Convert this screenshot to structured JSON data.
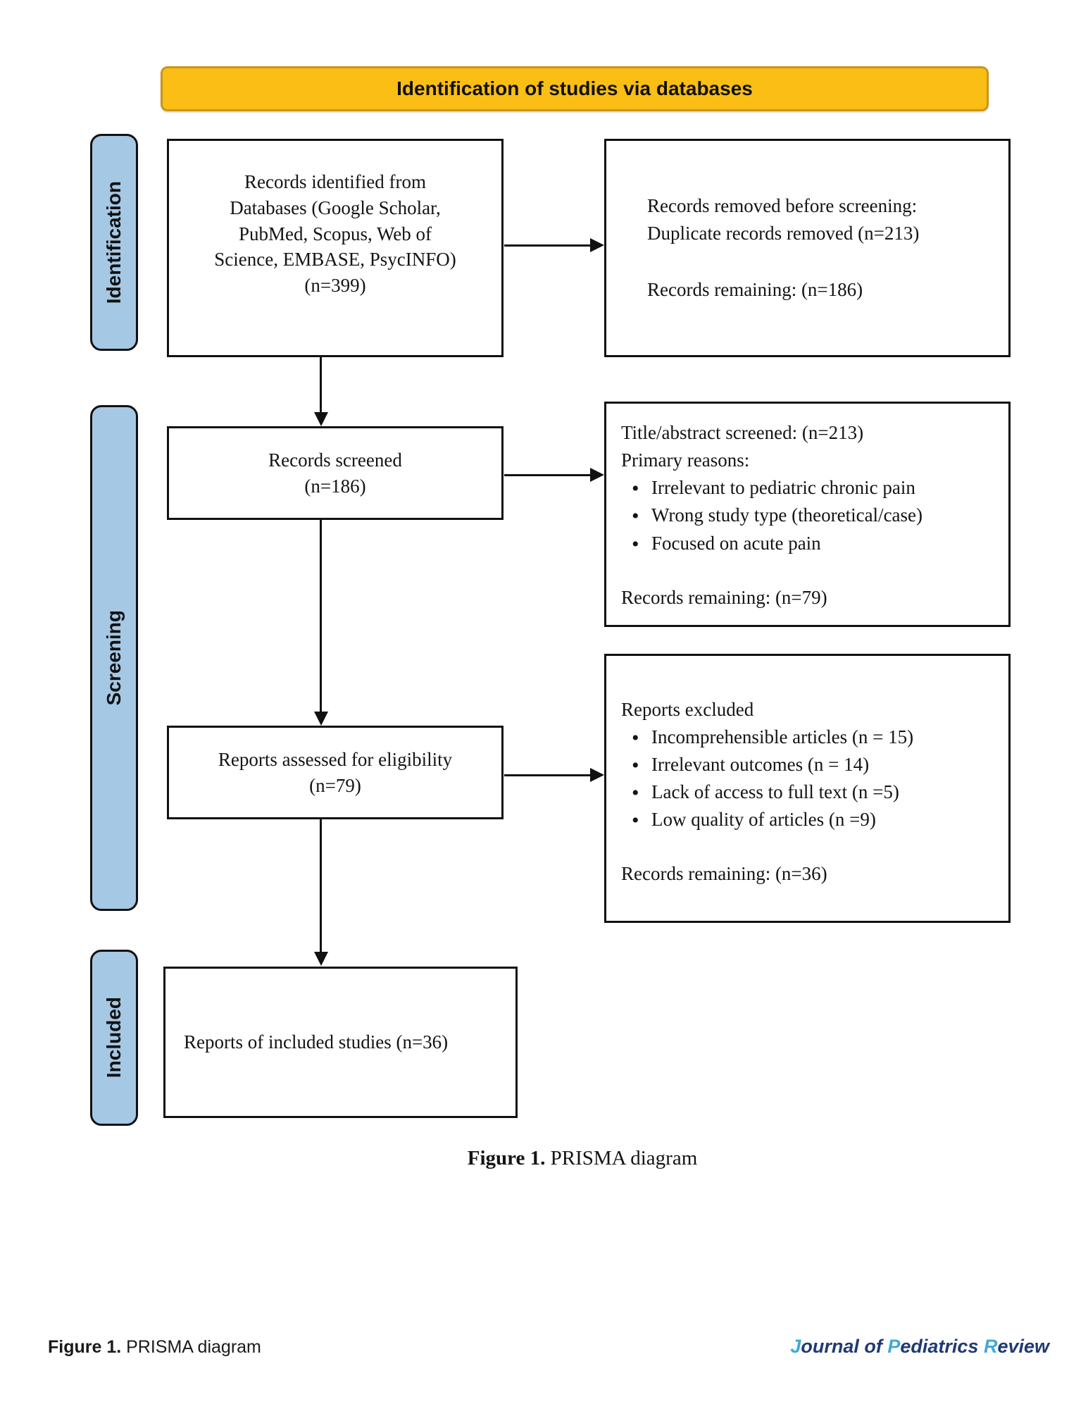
{
  "banner": {
    "title": "Identification of studies via databases"
  },
  "stages": {
    "identification": "Identification",
    "screening": "Screening",
    "included": "Included"
  },
  "flow": {
    "records_identified": {
      "line1": "Records identified from",
      "line2": "Databases (Google Scholar,",
      "line3": "PubMed, Scopus, Web of",
      "line4": "Science, EMBASE, PsycINFO)",
      "line5": "(n=399)"
    },
    "records_screened": {
      "line1": "Records screened",
      "line2": "(n=186)"
    },
    "reports_assessed": {
      "line1": "Reports assessed for eligibility",
      "line2": "(n=79)"
    },
    "reports_included": {
      "text": "Reports of included studies (n=36)"
    }
  },
  "side": {
    "records_removed": {
      "line1": "Records removed before screening:",
      "line2": "Duplicate records removed (n=213)",
      "remaining": "Records remaining: (n=186)"
    },
    "title_abstract": {
      "line1": "Title/abstract screened: (n=213)",
      "line2": "Primary reasons:",
      "bullets": [
        "Irrelevant to pediatric chronic pain",
        "Wrong study type (theoretical/case)",
        "Focused on acute pain"
      ],
      "remaining": "Records remaining: (n=79)"
    },
    "reports_excluded": {
      "heading": "Reports excluded",
      "bullets": [
        "Incomprehensible articles (n = 15)",
        "Irrelevant outcomes (n = 14)",
        "Lack of access to full text (n =5)",
        "Low quality of articles (n =9)"
      ],
      "remaining": "Records remaining: (n=36)"
    }
  },
  "caption": {
    "label": "Figure 1.",
    "text": " PRISMA diagram"
  },
  "footer": {
    "figure_label": "Figure 1.",
    "figure_text": " PRISMA diagram",
    "journal": {
      "j1": "J",
      "j2": "ournal of ",
      "p1": "P",
      "p2": "ediatrics ",
      "r1": "R",
      "r2": "eview"
    }
  },
  "colors": {
    "banner_fill": "#FBBE14",
    "banner_border": "#C9961C",
    "stage_fill": "#A5C8E4",
    "box_border": "#111111",
    "journal_accent": "#3FA9DC",
    "journal_dark": "#203A70"
  }
}
